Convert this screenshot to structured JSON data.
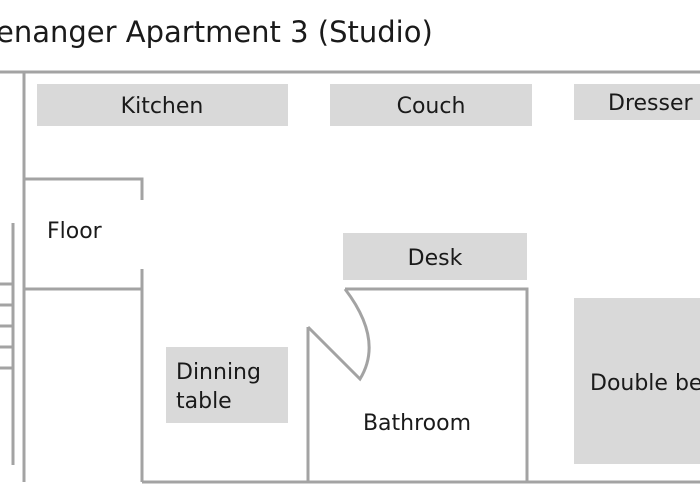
{
  "title": "enanger Apartment 3 (Studio)",
  "rooms": {
    "kitchen": "Kitchen",
    "couch": "Couch",
    "dresser": "Dresser",
    "floor": "Floor",
    "desk": "Desk",
    "dinning_line1": "Dinning",
    "dinning_line2": "table",
    "bathroom": "Bathroom",
    "double_bed": "Double bed"
  },
  "colors": {
    "walls": "#a3a3a3",
    "furniture": "#d9d9d9",
    "text": "#1a1a1a"
  }
}
